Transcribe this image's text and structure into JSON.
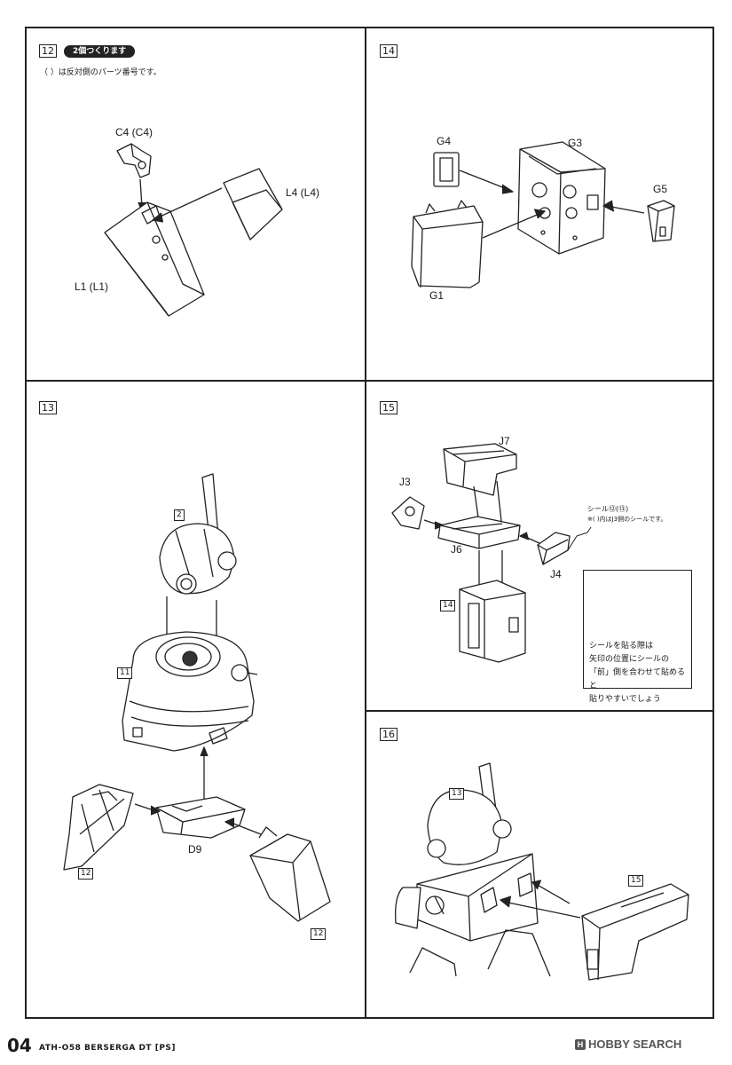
{
  "page": {
    "number": "04",
    "title": "ATH-O58 BERSERGA DT [PS]",
    "watermark": "HOBBY SEARCH",
    "watermark_icon": "hobby-search-logo-icon"
  },
  "steps": {
    "s12": {
      "number": "12",
      "badge": "2個つくります",
      "note": "（ ）は反対側のパーツ番号です。",
      "parts": [
        "C4 (C4)",
        "L4 (L4)",
        "L1 (L1)"
      ]
    },
    "s14": {
      "number": "14",
      "parts": [
        "G4",
        "G3",
        "G5",
        "G1"
      ]
    },
    "s13": {
      "number": "13",
      "parts": [
        "D9"
      ],
      "refs": [
        "2",
        "11",
        "12",
        "12"
      ]
    },
    "s15": {
      "number": "15",
      "parts": [
        "J7",
        "J3",
        "J6",
        "J4"
      ],
      "refs": [
        "14"
      ],
      "sticker_label": "シール⑫(⑬)",
      "sticker_note": "※( )内はJ3側のシールです。",
      "tip_lines": [
        "シールを貼る際は",
        "矢印の位置にシールの",
        "「前」側を合わせて貼めると",
        "貼りやすいでしょう"
      ]
    },
    "s16": {
      "number": "16",
      "refs": [
        "13",
        "15"
      ]
    }
  }
}
